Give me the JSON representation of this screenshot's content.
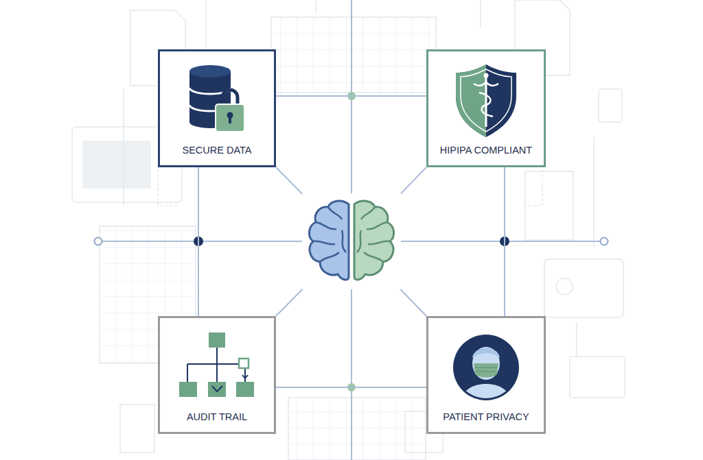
{
  "diagram": {
    "nodes": [
      {
        "text": [
          "SECURE DATA"
        ]
      },
      {
        "text": [
          "HIPIPA COMPLIANT"
        ]
      },
      {
        "text": [
          "AUDIT TRAIL"
        ]
      },
      {
        "text": [
          "PATIENT PRIVACY"
        ]
      }
    ],
    "edges": [
      {
        "from": 0,
        "to": 1,
        "arrow": "none"
      },
      {
        "from": 0,
        "to": 2,
        "arrow": "none"
      },
      {
        "from": 1,
        "to": 3,
        "arrow": "none"
      },
      {
        "from": 2,
        "to": 3,
        "arrow": "none"
      }
    ]
  }
}
